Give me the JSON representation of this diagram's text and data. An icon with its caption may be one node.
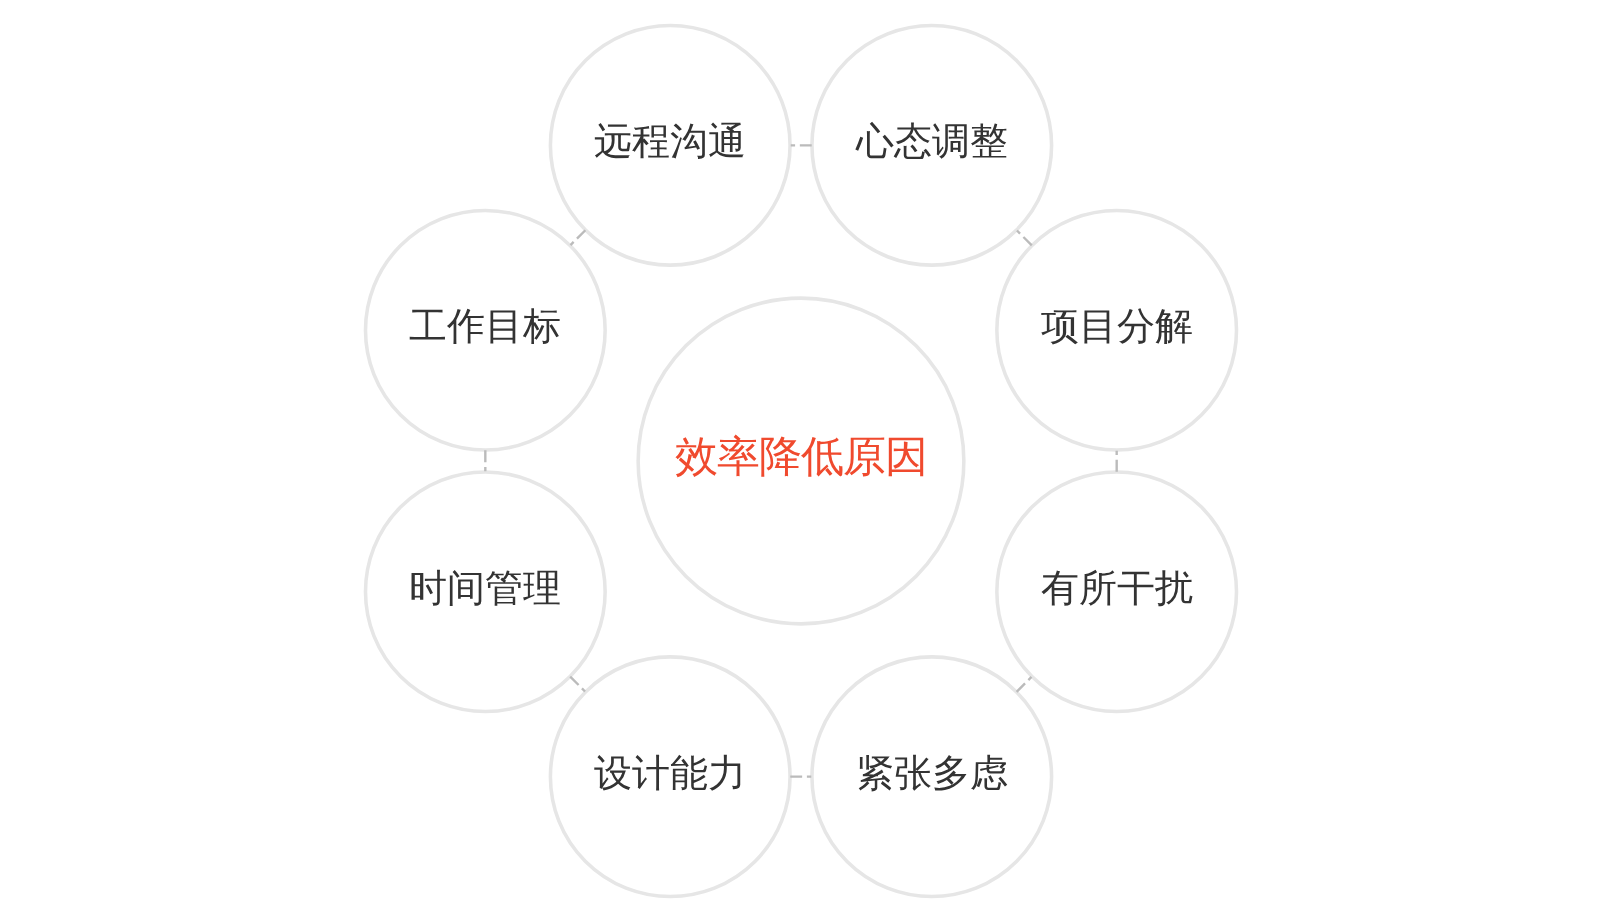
{
  "diagram": {
    "nodes": [
      {
        "text": [
          "效率降低原因"
        ]
      },
      {
        "text": [
          "项目分解"
        ]
      },
      {
        "text": [
          "心态调整"
        ]
      },
      {
        "text": [
          "远程沟通"
        ]
      },
      {
        "text": [
          "工作目标"
        ]
      },
      {
        "text": [
          "时间管理"
        ]
      },
      {
        "text": [
          "设计能力"
        ]
      },
      {
        "text": [
          "紧张多虑"
        ]
      },
      {
        "text": [
          "有所干扰"
        ]
      }
    ],
    "edges": [
      {
        "from": 1,
        "to": 2,
        "arrow": "none",
        "style": "dashed"
      },
      {
        "from": 2,
        "to": 3,
        "arrow": "none",
        "style": "dashed"
      },
      {
        "from": 3,
        "to": 4,
        "arrow": "none",
        "style": "dashed"
      },
      {
        "from": 4,
        "to": 5,
        "arrow": "none",
        "style": "dashed"
      },
      {
        "from": 5,
        "to": 6,
        "arrow": "none",
        "style": "dashed"
      },
      {
        "from": 6,
        "to": 7,
        "arrow": "none",
        "style": "dashed"
      },
      {
        "from": 7,
        "to": 8,
        "arrow": "none",
        "style": "dashed"
      },
      {
        "from": 8,
        "to": 1,
        "arrow": "none",
        "style": "dashed"
      }
    ]
  }
}
